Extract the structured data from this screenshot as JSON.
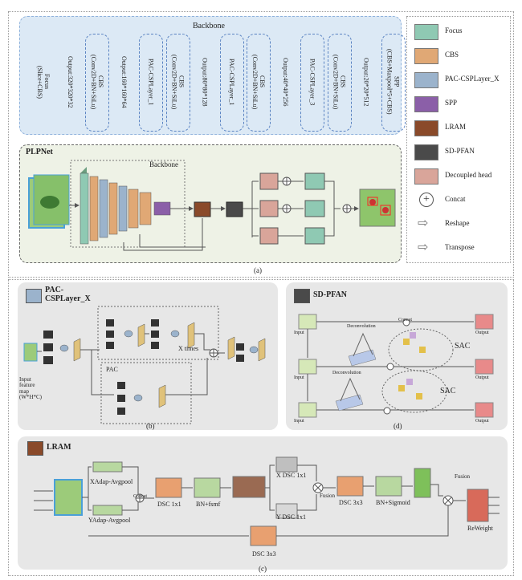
{
  "colors": {
    "focus": "#8fc9b3",
    "cbs": "#e0a875",
    "pac": "#9bb3cc",
    "spp": "#8b5fa8",
    "lram": "#8a4a2a",
    "sdpfan": "#4a4a4a",
    "decoupled": "#d9a59a",
    "backbone_bg": "#dce9f5",
    "panel_bg": "#e7e7e7",
    "plpnet_bg": "#eef2e6"
  },
  "top": {
    "backbone_title": "Backbone",
    "columns": [
      {
        "text": "Focus\n(Slice+CBS)",
        "boxed": false
      },
      {
        "text": "Output:320*320*32",
        "boxed": false
      },
      {
        "text": "CBS\n(Conv2D+BN+SiLu)",
        "boxed": true
      },
      {
        "text": "Output:160*160*64",
        "boxed": false
      },
      {
        "text": "PAC-CSPLayer_1",
        "boxed": true
      },
      {
        "text": "CBS\n(Conv2D+BN+SiLu)",
        "boxed": true
      },
      {
        "text": "Output:80*80*128",
        "boxed": false
      },
      {
        "text": "PAC-CSPLayer_1",
        "boxed": true
      },
      {
        "text": "CBS\n(Conv2D+BN+SiLu)",
        "boxed": true
      },
      {
        "text": "Output:40*40*256",
        "boxed": false
      },
      {
        "text": "PAC-CSPLayer_3",
        "boxed": true
      },
      {
        "text": "CBS\n(Conv2D+BN+SiLu)",
        "boxed": true
      },
      {
        "text": "Output:20*20*512",
        "boxed": false
      },
      {
        "text": "SPP\n(CBS+Maxpool*5+CBS)",
        "boxed": true
      }
    ],
    "plpnet_title": "PLPNet",
    "inner_backbone": "Backbone",
    "caption": "(a)"
  },
  "legend": [
    {
      "label": "Focus",
      "kind": "swatch",
      "color_key": "focus"
    },
    {
      "label": "CBS",
      "kind": "swatch",
      "color_key": "cbs"
    },
    {
      "label": "PAC-CSPLayer_X",
      "kind": "swatch",
      "color_key": "pac"
    },
    {
      "label": "SPP",
      "kind": "swatch",
      "color_key": "spp"
    },
    {
      "label": "LRAM",
      "kind": "swatch",
      "color_key": "lram"
    },
    {
      "label": "SD-PFAN",
      "kind": "swatch",
      "color_key": "sdpfan"
    },
    {
      "label": "Decoupled head",
      "kind": "swatch",
      "color_key": "decoupled"
    },
    {
      "label": "Concat",
      "kind": "concat"
    },
    {
      "label": "Reshape",
      "kind": "arrow"
    },
    {
      "label": "Transpose",
      "kind": "arrow"
    }
  ],
  "panel_b": {
    "title": "PAC-\nCSPLayer_X",
    "x_times": "X times",
    "pac": "PAC",
    "input_label": "Input\nfeature\nmap\n(W*H*C)",
    "caption": "(b)"
  },
  "panel_d": {
    "title": "SD-PFAN",
    "deconvolution": "Deconvolution",
    "sac": "SAC",
    "input": "Input",
    "output": "Output",
    "concat": "Concat",
    "caption": "(d)"
  },
  "panel_c": {
    "title": "LRAM",
    "xadap": "XAdap-Avgpool",
    "yadap": "YAdap-Avgpool",
    "concat": "Concat",
    "dsc1": "DSC 1x1",
    "bn_fsmf": "BN+fsmf",
    "xdsc": "X DSC 1x1",
    "ydsc": "Y DSC 1x1",
    "fusion1": "Fusion",
    "dsc3a": "DSC 3x3",
    "bn_sigmoid": "BN+Sigmoid",
    "fusion2": "Fusion",
    "reweight": "ReWeight",
    "dsc3b": "DSC 3x3",
    "caption": "(c)"
  }
}
